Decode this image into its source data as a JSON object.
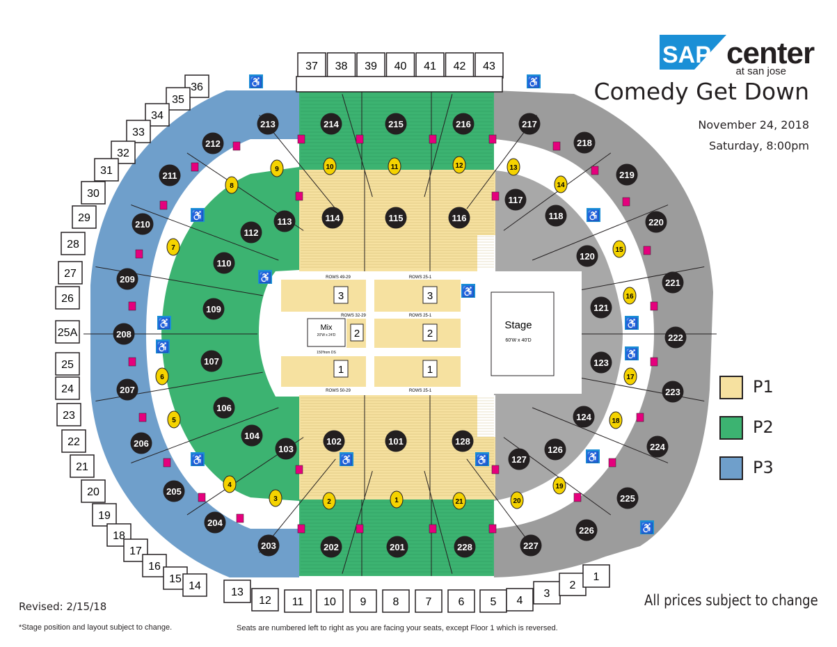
{
  "venue": {
    "logo_mark": "SAP",
    "logo_word": "center",
    "logo_sub": "at san jose"
  },
  "event": {
    "title": "Comedy Get Down",
    "date": "November 24, 2018",
    "time": "Saturday, 8:00pm"
  },
  "colors": {
    "P1": "#f6e1a0",
    "P2": "#3cb371",
    "P3": "#6f9fcb",
    "unpriced": "#9c9c9c",
    "logo_blue": "#1a8fd6",
    "outline": "#231f20",
    "portal": "#e5007d"
  },
  "legend": [
    {
      "label": "P1",
      "color": "#f6e1a0"
    },
    {
      "label": "P2",
      "color": "#3cb371"
    },
    {
      "label": "P3",
      "color": "#6f9fcb"
    }
  ],
  "floor": {
    "stage_label": "Stage",
    "stage_size": "60'W x 40'D",
    "mix_label": "Mix",
    "mix_size": "20'W x 24'D",
    "mix_note": "150'from DS",
    "rows_top_left": "ROWS 49-29",
    "rows_top_right": "ROWS 25-1",
    "rows_mid_left": "ROWS 32-29",
    "rows_mid_right": "ROWS 25-1",
    "rows_bot_left": "ROWS 50-29",
    "rows_bot_right": "ROWS 25-1",
    "section_1": "1",
    "section_2": "2",
    "section_3": "3",
    "wheelchair_accessible": "WHEELCHAIR ACCESSIBLE"
  },
  "sections": {
    "lower": [
      "101",
      "102",
      "103",
      "104",
      "106",
      "107",
      "109",
      "110",
      "112",
      "113",
      "114",
      "115",
      "116",
      "117",
      "118",
      "120",
      "121",
      "123",
      "124",
      "126",
      "127",
      "128"
    ],
    "upper": [
      "201",
      "202",
      "203",
      "204",
      "205",
      "206",
      "207",
      "208",
      "209",
      "210",
      "211",
      "212",
      "213",
      "214",
      "215",
      "216",
      "217",
      "218",
      "219",
      "220",
      "221",
      "222",
      "223",
      "224",
      "225",
      "226",
      "227",
      "228"
    ],
    "suites_top": [
      "37",
      "38",
      "39",
      "40",
      "41",
      "42",
      "43"
    ],
    "suites_left": [
      "36",
      "35",
      "34",
      "33",
      "32",
      "31",
      "30",
      "29",
      "28",
      "27",
      "26",
      "25A",
      "25",
      "24",
      "23",
      "22",
      "21",
      "20",
      "19",
      "18",
      "17",
      "16",
      "15",
      "14"
    ],
    "suites_bottom": [
      "13",
      "12",
      "11",
      "10",
      "9",
      "8",
      "7",
      "6",
      "5",
      "4",
      "3",
      "2",
      "1"
    ],
    "portals": [
      "1",
      "2",
      "3",
      "4",
      "5",
      "6",
      "7",
      "8",
      "9",
      "10",
      "11",
      "12",
      "13",
      "14",
      "15",
      "16",
      "17",
      "18",
      "19",
      "20",
      "21"
    ]
  },
  "footer": {
    "revised": "Revised: 2/15/18",
    "stage_note": "*Stage position and layout subject to change.",
    "seat_note": "Seats are numbered left to right as you are facing your seats, except Floor 1 which is reversed.",
    "prices_note": "All prices subject to change"
  }
}
